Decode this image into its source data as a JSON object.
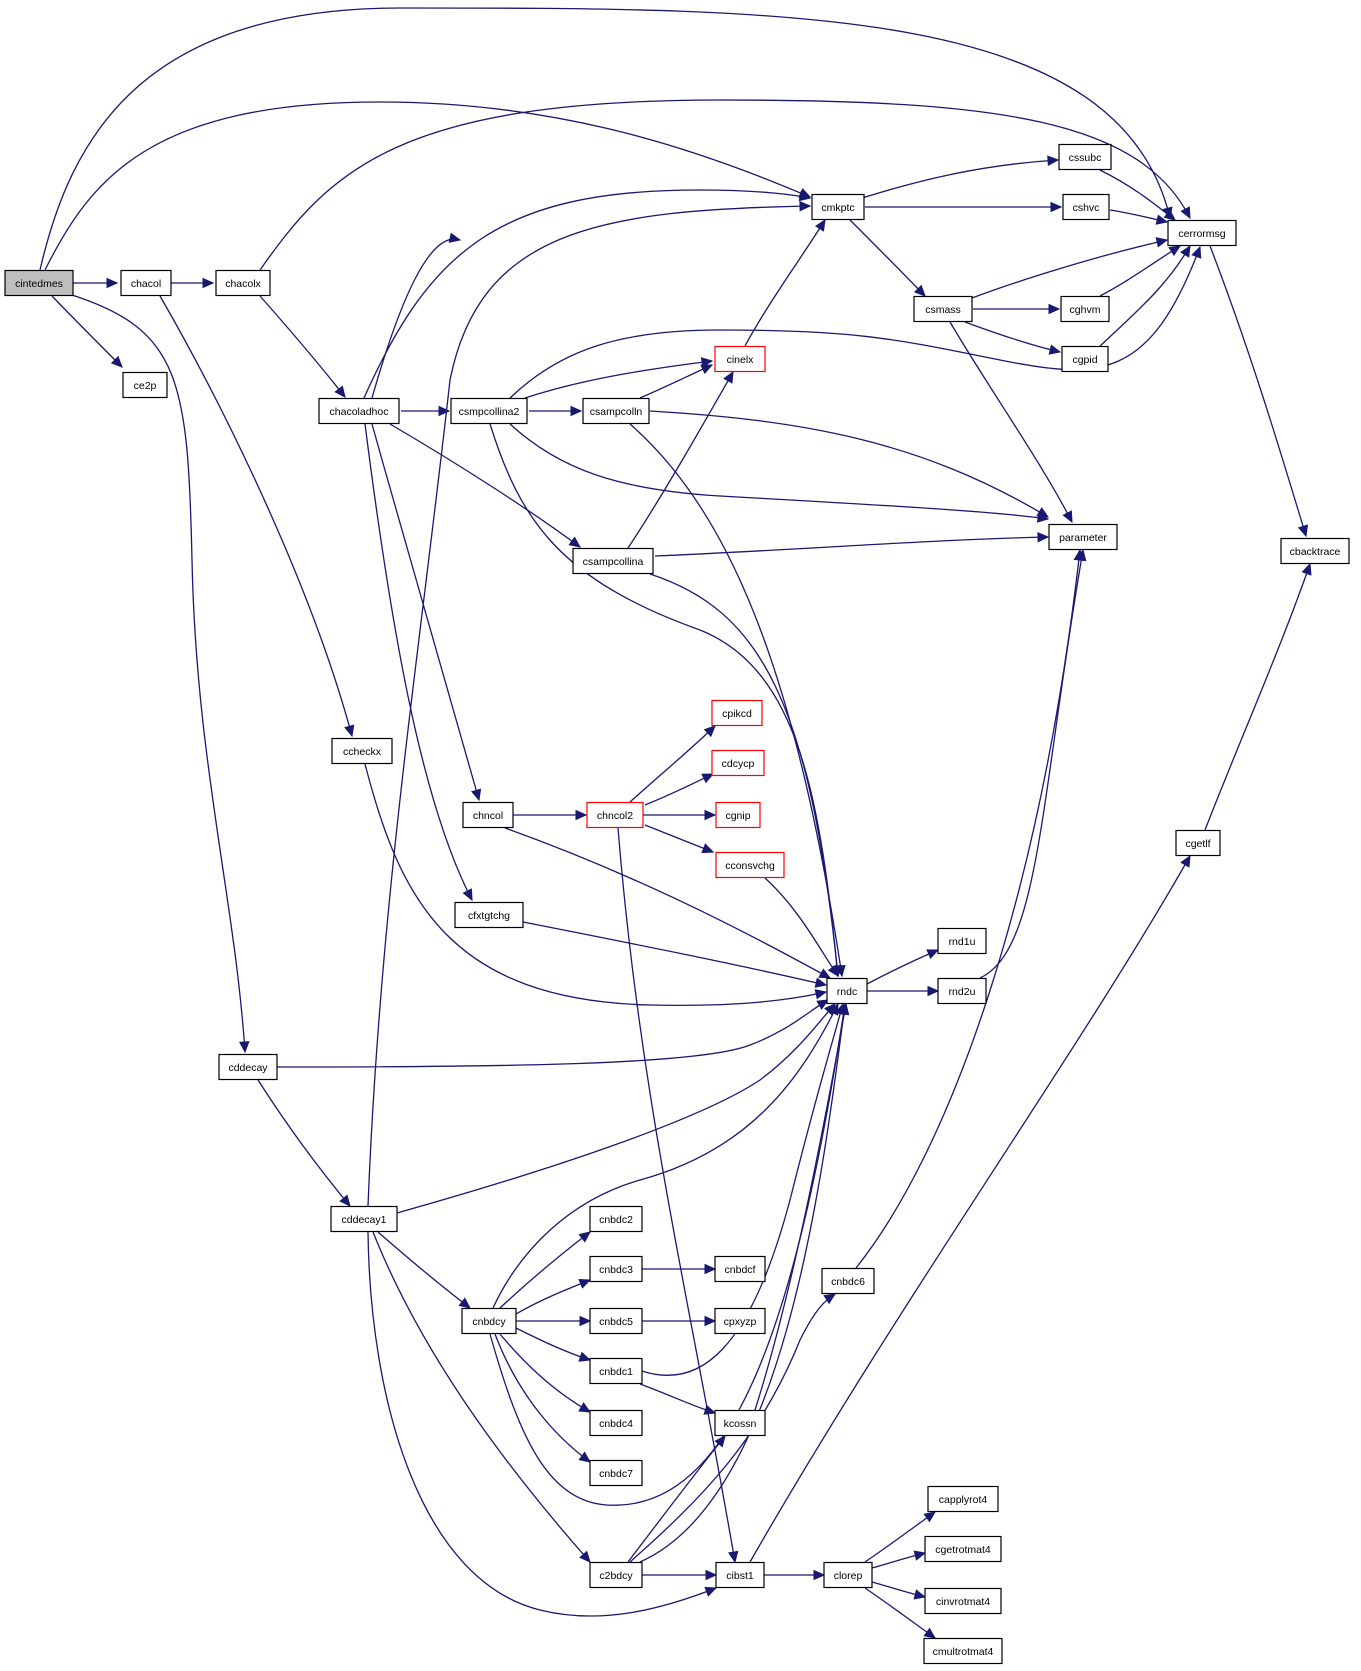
{
  "graph": {
    "edge_color": "#191970",
    "truncated_node_border": "#ff0000",
    "root_node_fill": "#bfbfbf",
    "nodes": [
      {
        "id": "cintedmes",
        "label": "cintedmes",
        "root": true
      },
      {
        "id": "chacol",
        "label": "chacol"
      },
      {
        "id": "chacolx",
        "label": "chacolx"
      },
      {
        "id": "ce2p",
        "label": "ce2p"
      },
      {
        "id": "chacoladhoc",
        "label": "chacoladhoc"
      },
      {
        "id": "csmpcollina2",
        "label": "csmpcollina2"
      },
      {
        "id": "csampcolln",
        "label": "csampcolln"
      },
      {
        "id": "cinelx",
        "label": "cinelx",
        "truncated": true
      },
      {
        "id": "cmkptc",
        "label": "cmkptc"
      },
      {
        "id": "cssubc",
        "label": "cssubc"
      },
      {
        "id": "cshvc",
        "label": "cshvc"
      },
      {
        "id": "cerrormsg",
        "label": "cerrormsg"
      },
      {
        "id": "csmass",
        "label": "csmass"
      },
      {
        "id": "cghvm",
        "label": "cghvm"
      },
      {
        "id": "cgpid",
        "label": "cgpid"
      },
      {
        "id": "parameter",
        "label": "parameter"
      },
      {
        "id": "cbacktrace",
        "label": "cbacktrace"
      },
      {
        "id": "csampcollina",
        "label": "csampcollina"
      },
      {
        "id": "ccheckx",
        "label": "ccheckx"
      },
      {
        "id": "cpikcd",
        "label": "cpikcd",
        "truncated": true
      },
      {
        "id": "cdcycp",
        "label": "cdcycp",
        "truncated": true
      },
      {
        "id": "chncol",
        "label": "chncol"
      },
      {
        "id": "chncol2",
        "label": "chncol2",
        "truncated": true
      },
      {
        "id": "cgnip",
        "label": "cgnip",
        "truncated": true
      },
      {
        "id": "cconsvchg",
        "label": "cconsvchg",
        "truncated": true
      },
      {
        "id": "cgetlf",
        "label": "cgetlf"
      },
      {
        "id": "cfxtgtchg",
        "label": "cfxtgtchg"
      },
      {
        "id": "rnd1u",
        "label": "rnd1u"
      },
      {
        "id": "rndc",
        "label": "rndc"
      },
      {
        "id": "rnd2u",
        "label": "rnd2u"
      },
      {
        "id": "cddecay",
        "label": "cddecay"
      },
      {
        "id": "cddecay1",
        "label": "cddecay1"
      },
      {
        "id": "cnbdc2",
        "label": "cnbdc2"
      },
      {
        "id": "cnbdc3",
        "label": "cnbdc3"
      },
      {
        "id": "cnbdcf",
        "label": "cnbdcf"
      },
      {
        "id": "cnbdc6",
        "label": "cnbdc6"
      },
      {
        "id": "cnbdcy",
        "label": "cnbdcy"
      },
      {
        "id": "cnbdc5",
        "label": "cnbdc5"
      },
      {
        "id": "cpxyzp",
        "label": "cpxyzp"
      },
      {
        "id": "cnbdc1",
        "label": "cnbdc1"
      },
      {
        "id": "kcossn",
        "label": "kcossn"
      },
      {
        "id": "cnbdc4",
        "label": "cnbdc4"
      },
      {
        "id": "cnbdc7",
        "label": "cnbdc7"
      },
      {
        "id": "capplyrot4",
        "label": "capplyrot4"
      },
      {
        "id": "cgetrotmat4",
        "label": "cgetrotmat4"
      },
      {
        "id": "c2bdcy",
        "label": "c2bdcy"
      },
      {
        "id": "cibst1",
        "label": "cibst1"
      },
      {
        "id": "clorep",
        "label": "clorep"
      },
      {
        "id": "cinvrotmat4",
        "label": "cinvrotmat4"
      },
      {
        "id": "cmultrotmat4",
        "label": "cmultrotmat4"
      }
    ],
    "edges": [
      {
        "from": "cintedmes",
        "to": "chacol"
      },
      {
        "from": "cintedmes",
        "to": "ce2p"
      },
      {
        "from": "cintedmes",
        "to": "cerrormsg"
      },
      {
        "from": "cintedmes",
        "to": "cmkptc"
      },
      {
        "from": "cintedmes",
        "to": "cddecay"
      },
      {
        "from": "chacol",
        "to": "chacolx"
      },
      {
        "from": "chacol",
        "to": "ccheckx"
      },
      {
        "from": "chacolx",
        "to": "chacoladhoc"
      },
      {
        "from": "chacolx",
        "to": "cerrormsg"
      },
      {
        "from": "chacoladhoc",
        "to": "csmpcollina2"
      },
      {
        "from": "chacoladhoc",
        "to": "cmkptc"
      },
      {
        "from": "chacoladhoc",
        "to": "cerrormsg"
      },
      {
        "from": "chacoladhoc",
        "to": "csampcollina"
      },
      {
        "from": "chacoladhoc",
        "to": "chncol"
      },
      {
        "from": "chacoladhoc",
        "to": "cfxtgtchg"
      },
      {
        "from": "csmpcollina2",
        "to": "csampcolln"
      },
      {
        "from": "csmpcollina2",
        "to": "cinelx"
      },
      {
        "from": "csmpcollina2",
        "to": "cerrormsg"
      },
      {
        "from": "csmpcollina2",
        "to": "parameter"
      },
      {
        "from": "csmpcollina2",
        "to": "rndc"
      },
      {
        "from": "csampcolln",
        "to": "cinelx"
      },
      {
        "from": "csampcolln",
        "to": "parameter"
      },
      {
        "from": "csampcolln",
        "to": "rndc"
      },
      {
        "from": "cinelx",
        "to": "cmkptc"
      },
      {
        "from": "cmkptc",
        "to": "cssubc"
      },
      {
        "from": "cmkptc",
        "to": "cshvc"
      },
      {
        "from": "cmkptc",
        "to": "csmass"
      },
      {
        "from": "cssubc",
        "to": "cerrormsg"
      },
      {
        "from": "cshvc",
        "to": "cerrormsg"
      },
      {
        "from": "csmass",
        "to": "cerrormsg"
      },
      {
        "from": "csmass",
        "to": "cghvm"
      },
      {
        "from": "csmass",
        "to": "cgpid"
      },
      {
        "from": "csmass",
        "to": "parameter"
      },
      {
        "from": "cghvm",
        "to": "cerrormsg"
      },
      {
        "from": "cgpid",
        "to": "cerrormsg"
      },
      {
        "from": "cerrormsg",
        "to": "cbacktrace"
      },
      {
        "from": "csampcollina",
        "to": "cinelx"
      },
      {
        "from": "csampcollina",
        "to": "parameter"
      },
      {
        "from": "csampcollina",
        "to": "rndc"
      },
      {
        "from": "ccheckx",
        "to": "rndc"
      },
      {
        "from": "chncol",
        "to": "chncol2"
      },
      {
        "from": "chncol",
        "to": "rndc"
      },
      {
        "from": "chncol2",
        "to": "cpikcd"
      },
      {
        "from": "chncol2",
        "to": "cdcycp"
      },
      {
        "from": "chncol2",
        "to": "cgnip"
      },
      {
        "from": "chncol2",
        "to": "cconsvchg"
      },
      {
        "from": "chncol2",
        "to": "cibst1"
      },
      {
        "from": "cconsvchg",
        "to": "rndc"
      },
      {
        "from": "cfxtgtchg",
        "to": "rndc"
      },
      {
        "from": "rndc",
        "to": "rnd1u"
      },
      {
        "from": "rndc",
        "to": "rnd2u"
      },
      {
        "from": "rnd2u",
        "to": "parameter"
      },
      {
        "from": "cgetlf",
        "to": "cbacktrace"
      },
      {
        "from": "cddecay",
        "to": "rndc"
      },
      {
        "from": "cddecay",
        "to": "cddecay1"
      },
      {
        "from": "cddecay1",
        "to": "cmkptc"
      },
      {
        "from": "cddecay1",
        "to": "rndc"
      },
      {
        "from": "cddecay1",
        "to": "cnbdcy"
      },
      {
        "from": "cddecay1",
        "to": "c2bdcy"
      },
      {
        "from": "cddecay1",
        "to": "cibst1"
      },
      {
        "from": "cnbdcy",
        "to": "cnbdc2"
      },
      {
        "from": "cnbdcy",
        "to": "cnbdc3"
      },
      {
        "from": "cnbdcy",
        "to": "cnbdc5"
      },
      {
        "from": "cnbdcy",
        "to": "cnbdc1"
      },
      {
        "from": "cnbdcy",
        "to": "cnbdc4"
      },
      {
        "from": "cnbdcy",
        "to": "cnbdc7"
      },
      {
        "from": "cnbdcy",
        "to": "rndc"
      },
      {
        "from": "cnbdcy",
        "to": "rndc"
      },
      {
        "from": "cnbdc3",
        "to": "cnbdcf"
      },
      {
        "from": "cnbdc5",
        "to": "cpxyzp"
      },
      {
        "from": "cnbdc1",
        "to": "kcossn"
      },
      {
        "from": "cnbdc1",
        "to": "rndc"
      },
      {
        "from": "kcossn",
        "to": "rndc"
      },
      {
        "from": "cnbdc6",
        "to": "parameter"
      },
      {
        "from": "c2bdcy",
        "to": "kcossn"
      },
      {
        "from": "c2bdcy",
        "to": "cibst1"
      },
      {
        "from": "c2bdcy",
        "to": "rndc"
      },
      {
        "from": "c2bdcy",
        "to": "cnbdc6"
      },
      {
        "from": "cibst1",
        "to": "clorep"
      },
      {
        "from": "cibst1",
        "to": "cgetlf"
      },
      {
        "from": "clorep",
        "to": "capplyrot4"
      },
      {
        "from": "clorep",
        "to": "cgetrotmat4"
      },
      {
        "from": "clorep",
        "to": "cinvrotmat4"
      },
      {
        "from": "clorep",
        "to": "cmultrotmat4"
      }
    ]
  }
}
